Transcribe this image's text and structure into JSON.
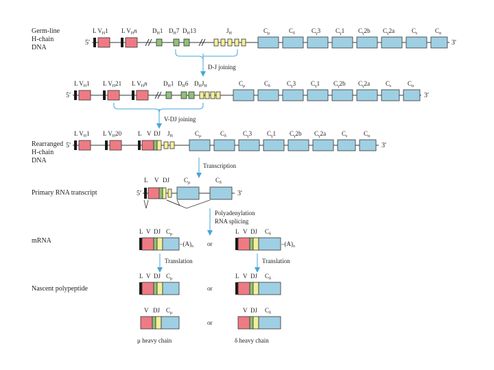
{
  "colors": {
    "leader": "#1a1a1a",
    "v_segment": "#ee7b84",
    "d_segment": "#8fc07a",
    "j_segment": "#f3ef96",
    "c_segment": "#9fcfe3",
    "arrow": "#4aa5d6",
    "line": "#333333"
  },
  "row_labels": {
    "germline": [
      "Germ-line",
      "H-chain",
      "DNA"
    ],
    "rearranged": [
      "Rearranged",
      "H-chain",
      "DNA"
    ],
    "primary": "Primary RNA transcript",
    "mrna": "mRNA",
    "nascent": "Nascent polypeptide"
  },
  "prime5": "5′",
  "prime3": "3′",
  "germline": {
    "v_labels": [
      "L V",
      "H",
      "1",
      "L V",
      "H",
      "n"
    ],
    "d_labels": [
      "D",
      "H",
      "1",
      "D",
      "H",
      "7",
      "D",
      "H",
      "13"
    ],
    "j_label": [
      "J",
      "H"
    ],
    "c_labels": [
      "C",
      "μ",
      "C",
      "δ",
      "C",
      "γ",
      "3",
      "C",
      "γ",
      "1",
      "C",
      "γ",
      "2b",
      "C",
      "γ",
      "2a",
      "C",
      "ε",
      "C",
      "α"
    ]
  },
  "dj_joined": {
    "v_labels": [
      "L V",
      "H",
      "1",
      "L V",
      "H",
      "21",
      "L V",
      "H",
      "n"
    ],
    "dj_labels": [
      "D",
      "H",
      "1",
      "D",
      "H",
      "6",
      "D",
      "H",
      "J",
      "H"
    ],
    "c_labels": [
      "C",
      "μ",
      "C",
      "δ",
      "C",
      "γ",
      "3",
      "C",
      "γ",
      "1",
      "C",
      "γ",
      "2b",
      "C",
      "γ",
      "2a",
      "C",
      "ε",
      "C",
      "α"
    ]
  },
  "rearranged": {
    "v_labels": [
      "L V",
      "H",
      "1",
      "L V",
      "H",
      "20",
      "L",
      "V",
      "D",
      "J",
      "J",
      "H"
    ],
    "c_labels": [
      "C",
      "μ",
      "C",
      "δ",
      "C",
      "γ",
      "3",
      "C",
      "γ",
      "1",
      "C",
      "γ",
      "2b",
      "C",
      "γ",
      "2a",
      "C",
      "ε",
      "C",
      "α"
    ]
  },
  "primary": {
    "labels": [
      "L",
      "V",
      "D",
      "J",
      "C",
      "μ",
      "C",
      "δ"
    ]
  },
  "steps": {
    "dj_joining": "D-J joining",
    "vdj_joining": "V-DJ joining",
    "transcription": "Transcription",
    "polyadenylation": "Polyadenylation",
    "rna_splicing": "RNA splicing",
    "translation_left": "Translation",
    "translation_right": "Translation"
  },
  "mrna": {
    "left_labels": [
      "L",
      "V",
      "D",
      "J",
      "C",
      "μ"
    ],
    "right_labels": [
      "L",
      "V",
      "D",
      "J",
      "C",
      "δ"
    ],
    "poly_a": [
      "–(A)",
      "n",
      "–(A)",
      "n"
    ],
    "or": "or"
  },
  "nascent": {
    "left_labels": [
      "L",
      "V",
      "D",
      "J",
      "C",
      "μ"
    ],
    "right_labels": [
      "L",
      "V",
      "D",
      "J",
      "C",
      "δ"
    ],
    "or": "or"
  },
  "heavy": {
    "left_labels": [
      "V",
      "D",
      "J",
      "C",
      "μ"
    ],
    "right_labels": [
      "V",
      "D",
      "J",
      "C",
      "δ"
    ],
    "or": "or",
    "mu_chain": "μ heavy chain",
    "delta_chain": "δ heavy chain"
  }
}
